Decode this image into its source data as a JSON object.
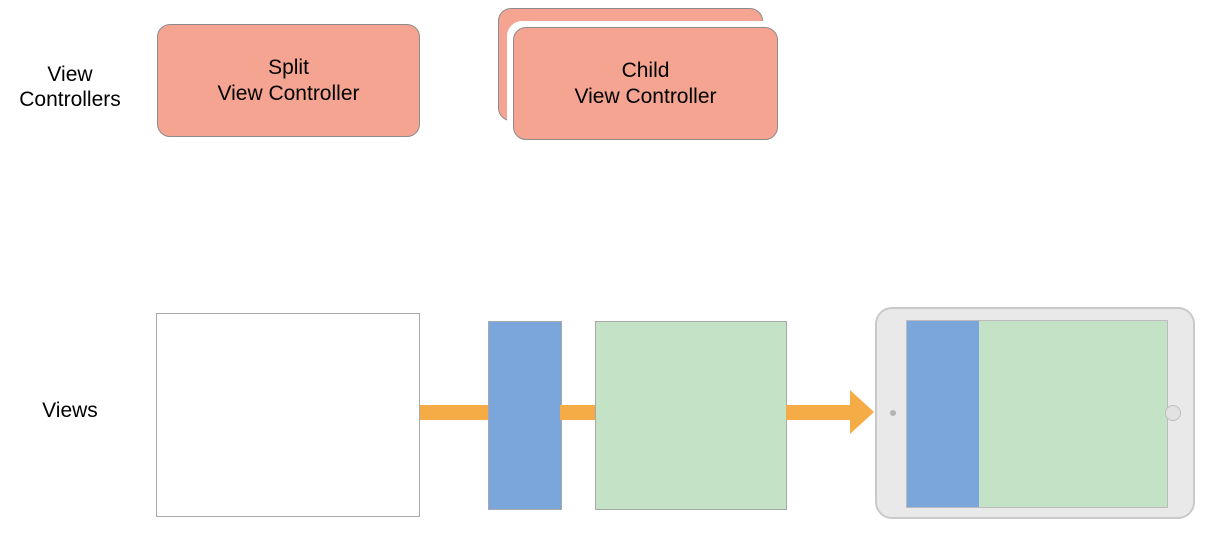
{
  "rows": {
    "view_controllers_label": "View\nControllers",
    "views_label": "Views"
  },
  "view_controllers": [
    {
      "name": "split-view-controller",
      "label": "Split\nView Controller",
      "stacked": false
    },
    {
      "name": "child-view-controller",
      "label": "Child\nView Controller",
      "stacked": true
    }
  ],
  "views": [
    {
      "name": "window-view",
      "label": "",
      "color": "#FFFFFF"
    },
    {
      "name": "primary-view",
      "label": "",
      "color": "#7BA6DC"
    },
    {
      "name": "secondary-view",
      "label": "",
      "color": "#C4E2C6"
    }
  ],
  "device": {
    "name": "ipad",
    "orientation": "landscape",
    "screen": {
      "primary_color": "#7BA6DC",
      "secondary_color": "#C4E2C6",
      "primary_width_percent": 27.5
    },
    "body_color": "#E9E9E9"
  },
  "colors": {
    "controller_fill": "#F4A491",
    "controller_border": "#8C8C8C",
    "arrow": "#F5AC47",
    "rect_border": "#A8A8A8",
    "blue_view": "#7BA6DC",
    "green_view": "#C4E2C6",
    "background": "#FFFFFF"
  },
  "arrows": [
    {
      "name": "arrow-window-to-primary",
      "has_head": false
    },
    {
      "name": "arrow-primary-to-secondary",
      "has_head": false
    },
    {
      "name": "arrow-views-to-device",
      "has_head": true
    }
  ]
}
